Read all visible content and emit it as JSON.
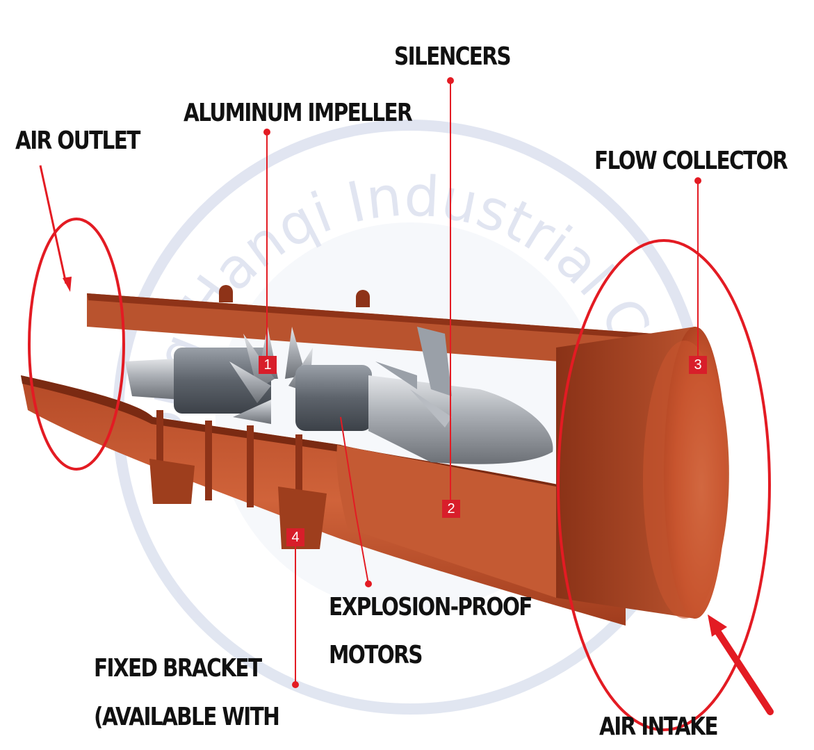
{
  "labels": {
    "silencers": "SILENCERS",
    "aluminum_impeller": "ALUMINUM IMPELLER",
    "air_outlet": "AIR OUTLET",
    "flow_collector": "FLOW COLLECTOR",
    "explosion_proof_line1": "EXPLOSION-PROOF",
    "explosion_proof_line2": "MOTORS",
    "fixed_bracket_line1": "FIXED BRACKET",
    "fixed_bracket_line2": "(AVAILABLE WITH",
    "air_intake": "AIR INTAKE"
  },
  "badges": {
    "b1": "1",
    "b2": "2",
    "b3": "3",
    "b4": "4"
  },
  "watermark": "ong Hanqi Industrial Co.,Ltd",
  "colors": {
    "accent_red": "#e31b23",
    "duct_orange": "#c8552f",
    "duct_dark": "#8e3318",
    "steel": "#a9adb3",
    "watermark": "#c9d1e6"
  }
}
